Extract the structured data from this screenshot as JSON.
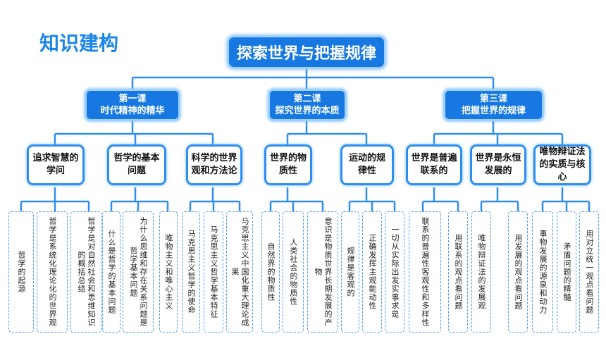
{
  "page_title": "知识建构",
  "root": "探索世界与把握规律",
  "lessons": [
    {
      "line1": "第一课",
      "line2": "时代精神的精华"
    },
    {
      "line1": "第二课",
      "line2": "探究世界的本质"
    },
    {
      "line1": "第三课",
      "line2": "把握世界的规律"
    }
  ],
  "topics": [
    "追求智慧的学问",
    "哲学的基本问题",
    "科学的世界观和方法论",
    "世界的物质性",
    "运动的规律性",
    "世界是普遍联系的",
    "世界是永恒发展的",
    "唯物辩证法的实质与核心"
  ],
  "leaves": [
    "哲学的起源",
    "哲学是系统化理论化的世界观",
    "哲学是对自然社会和思维知识的概括总结",
    "什么是哲学的基本问题",
    "为什么思维和存在关系问题是哲学基本问题",
    "唯物主义和唯心主义",
    "马克思主义哲学的使命",
    "马克思主义哲学基本特征",
    "马克思主义中国化重大理论成果",
    "自然界的物质性",
    "人类社会的物质性",
    "意识是物质世界长期发展的产物",
    "规律是客观的",
    "正确发挥主观能动性",
    "一切从实际出发实事求是",
    "联系的普遍性客观性和多样性",
    "用联系的观点看问题",
    "唯物辩证法的发展观",
    "用发展的观点看问题",
    "事物发展的源泉和动力",
    "矛盾问题的精髓",
    "用对立统一观点看问题"
  ],
  "colors": {
    "accent": "#1678e0",
    "title": "#1a86e8",
    "line": "#2e8ef0"
  }
}
